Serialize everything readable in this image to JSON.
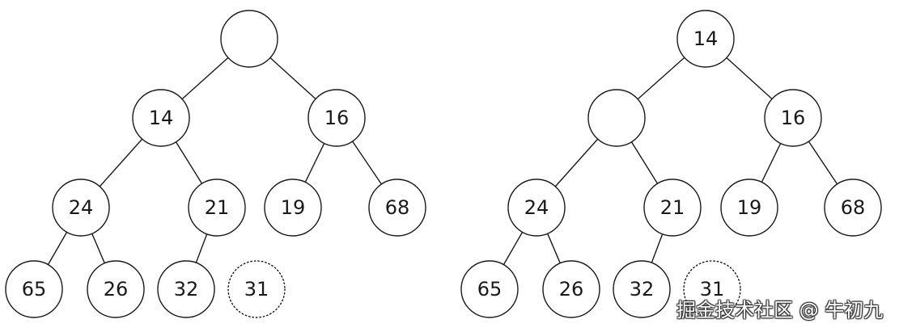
{
  "diagrams": [
    {
      "nodes": [
        {
          "id": "root",
          "label": ""
        },
        {
          "id": "n1",
          "label": "14"
        },
        {
          "id": "n2",
          "label": "16"
        },
        {
          "id": "n3",
          "label": "24"
        },
        {
          "id": "n4",
          "label": "21"
        },
        {
          "id": "n5",
          "label": "19"
        },
        {
          "id": "n6",
          "label": "68"
        },
        {
          "id": "n7",
          "label": "65"
        },
        {
          "id": "n8",
          "label": "26"
        },
        {
          "id": "n9",
          "label": "32"
        },
        {
          "id": "n10",
          "label": "31",
          "style": "dotted"
        }
      ],
      "edges": [
        [
          "root",
          "n1"
        ],
        [
          "root",
          "n2"
        ],
        [
          "n1",
          "n3"
        ],
        [
          "n1",
          "n4"
        ],
        [
          "n2",
          "n5"
        ],
        [
          "n2",
          "n6"
        ],
        [
          "n3",
          "n7"
        ],
        [
          "n3",
          "n8"
        ],
        [
          "n4",
          "n9"
        ]
      ]
    },
    {
      "nodes": [
        {
          "id": "root",
          "label": "14"
        },
        {
          "id": "n1",
          "label": ""
        },
        {
          "id": "n2",
          "label": "16"
        },
        {
          "id": "n3",
          "label": "24"
        },
        {
          "id": "n4",
          "label": "21"
        },
        {
          "id": "n5",
          "label": "19"
        },
        {
          "id": "n6",
          "label": "68"
        },
        {
          "id": "n7",
          "label": "65"
        },
        {
          "id": "n8",
          "label": "26"
        },
        {
          "id": "n9",
          "label": "32"
        },
        {
          "id": "n10",
          "label": "31",
          "style": "dotted"
        }
      ],
      "edges": [
        [
          "root",
          "n1"
        ],
        [
          "root",
          "n2"
        ],
        [
          "n1",
          "n3"
        ],
        [
          "n1",
          "n4"
        ],
        [
          "n2",
          "n5"
        ],
        [
          "n2",
          "n6"
        ],
        [
          "n3",
          "n7"
        ],
        [
          "n3",
          "n8"
        ],
        [
          "n4",
          "n9"
        ]
      ]
    }
  ],
  "watermark": "掘金技术社区 @ 牛初九"
}
